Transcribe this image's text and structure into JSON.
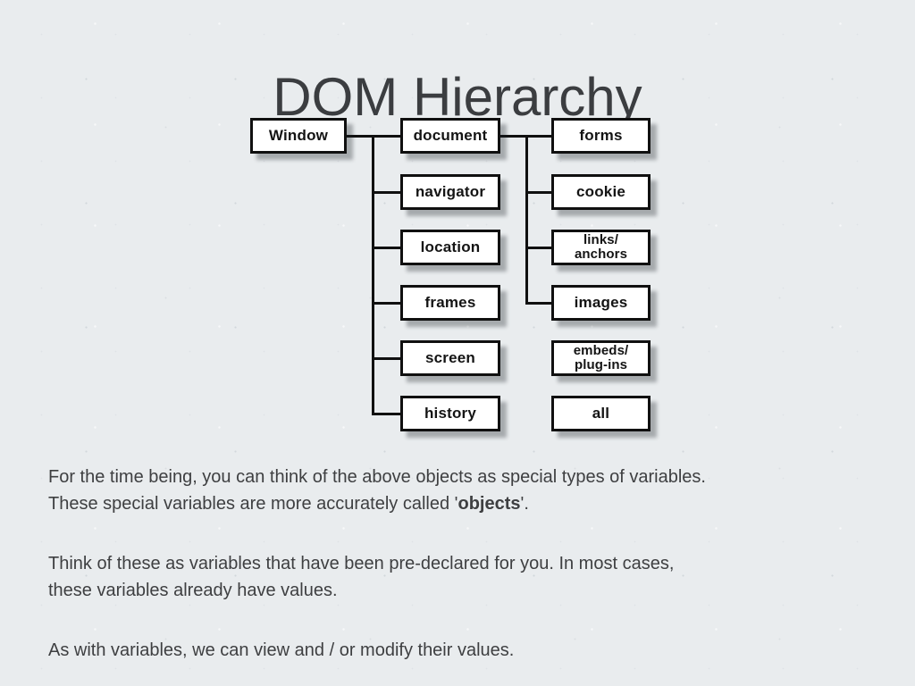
{
  "title": "DOM Hierarchy",
  "diagram": {
    "nodes": [
      {
        "label": "Window"
      },
      {
        "label": "document"
      },
      {
        "label": "navigator"
      },
      {
        "label": "location"
      },
      {
        "label": "frames"
      },
      {
        "label": "screen"
      },
      {
        "label": "history"
      },
      {
        "label": "forms"
      },
      {
        "label": "cookie"
      },
      {
        "label": "links/\nanchors"
      },
      {
        "label": "images"
      },
      {
        "label": "embeds/\nplug-ins"
      },
      {
        "label": "all"
      }
    ]
  },
  "paragraphs": {
    "p1_line1": "For the time being, you can think of the above objects as special types of variables.",
    "p1_line2_pre": "These special variables are more accurately called '",
    "p1_line2_bold": "objects",
    "p1_line2_post": "'.",
    "p2_line1": "Think of these as variables that have been pre-declared for you. In most cases,",
    "p2_line2": "these variables already have values.",
    "p3": "As with variables, we can view and / or modify their values."
  },
  "colors": {
    "background": "#e9ecee",
    "node_fill": "#ffffff",
    "node_border": "#101010",
    "node_shadow": "#a7abae",
    "text": "#3e3f41"
  }
}
